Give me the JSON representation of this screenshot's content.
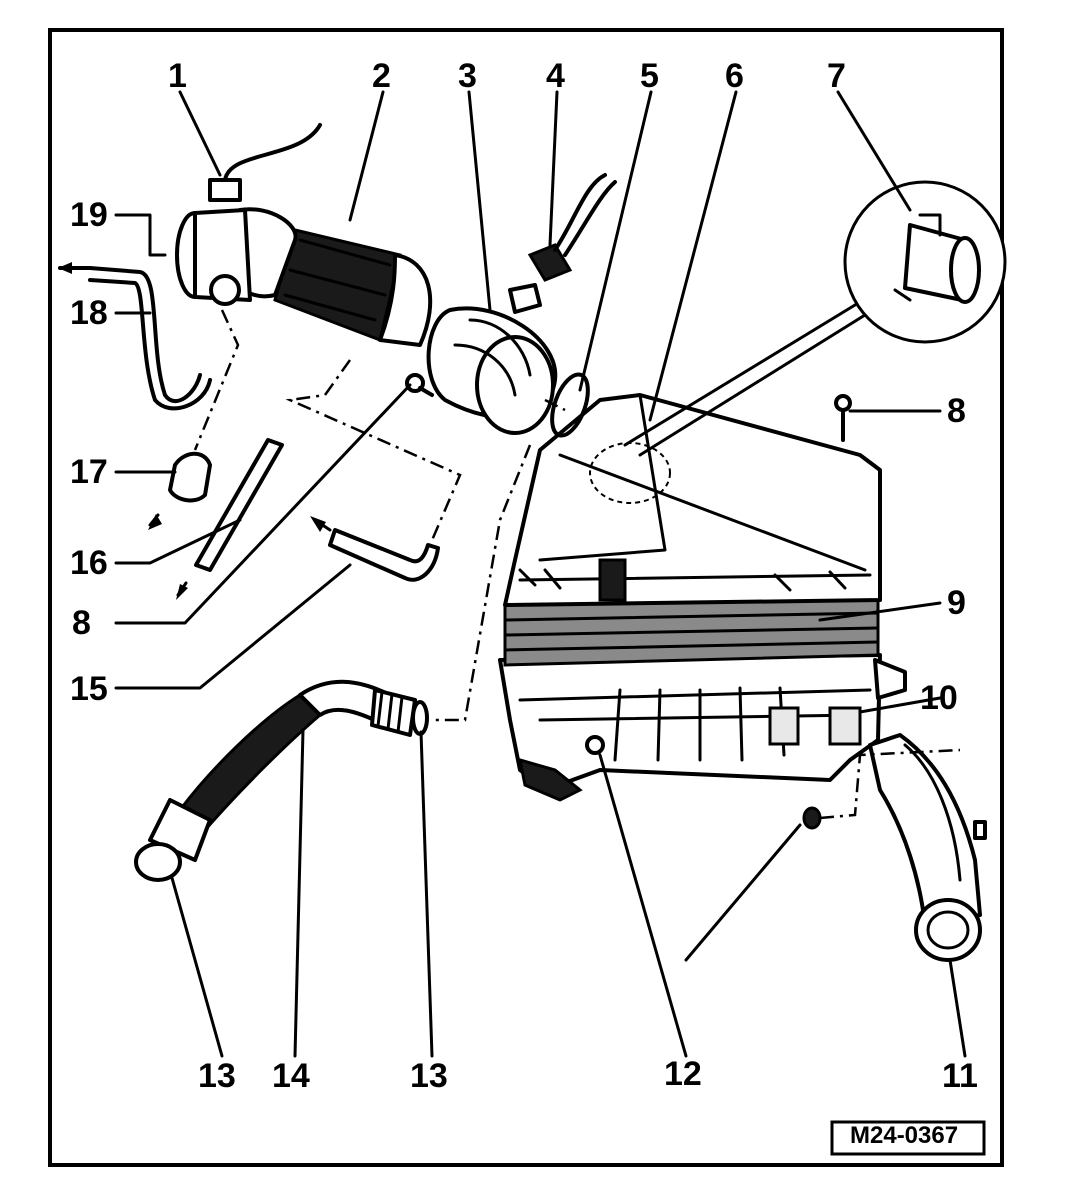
{
  "figure": {
    "reference_code": "M24-0367"
  },
  "callouts": [
    {
      "id": "c1",
      "label": "1"
    },
    {
      "id": "c2",
      "label": "2"
    },
    {
      "id": "c3",
      "label": "3"
    },
    {
      "id": "c4",
      "label": "4"
    },
    {
      "id": "c5",
      "label": "5"
    },
    {
      "id": "c6",
      "label": "6"
    },
    {
      "id": "c7",
      "label": "7"
    },
    {
      "id": "c8a",
      "label": "8"
    },
    {
      "id": "c8b",
      "label": "8"
    },
    {
      "id": "c9",
      "label": "9"
    },
    {
      "id": "c10",
      "label": "10"
    },
    {
      "id": "c11",
      "label": "11"
    },
    {
      "id": "c12",
      "label": "12"
    },
    {
      "id": "c13a",
      "label": "13"
    },
    {
      "id": "c13b",
      "label": "13"
    },
    {
      "id": "c14",
      "label": "14"
    },
    {
      "id": "c15",
      "label": "15"
    },
    {
      "id": "c16",
      "label": "16"
    },
    {
      "id": "c17",
      "label": "17"
    },
    {
      "id": "c18",
      "label": "18"
    },
    {
      "id": "c19",
      "label": "19"
    }
  ]
}
